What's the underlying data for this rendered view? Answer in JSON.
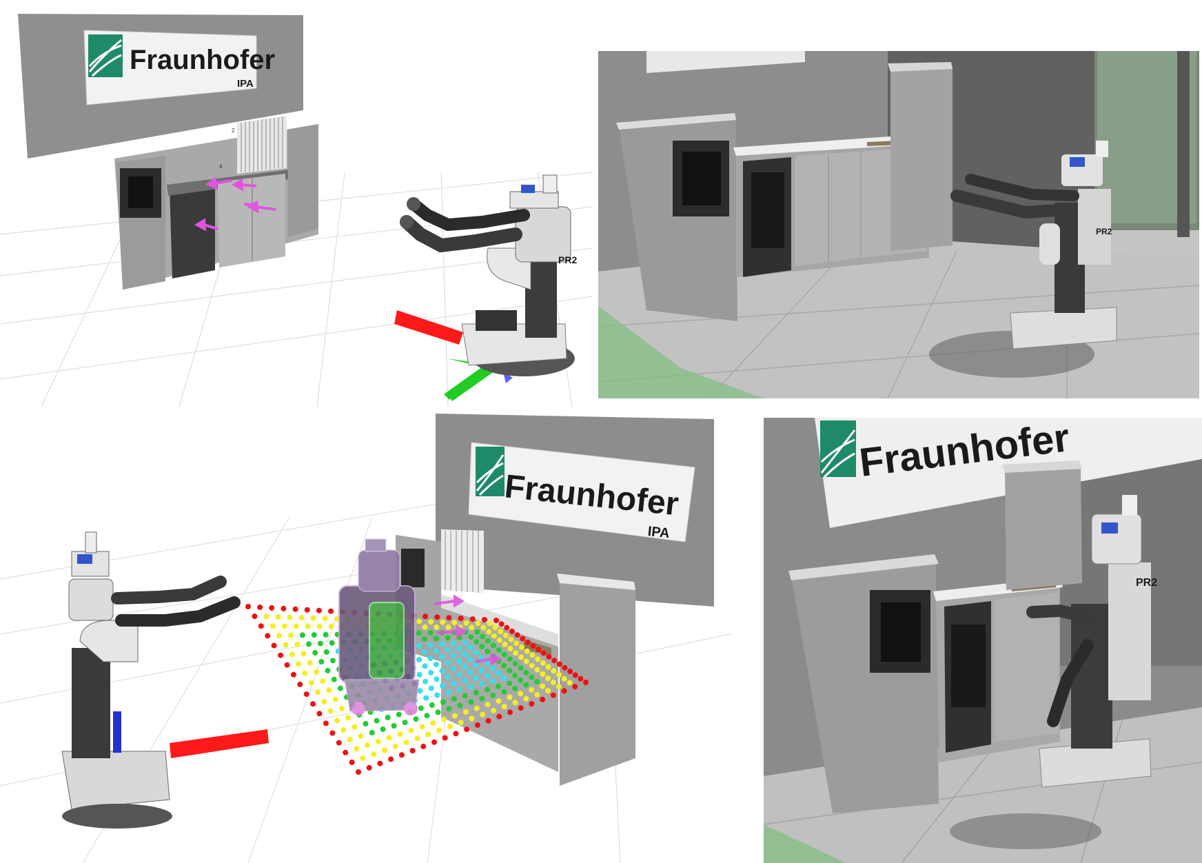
{
  "logo": {
    "brand": "Fraunhofer",
    "sub": "IPA"
  },
  "robot": {
    "label": "PR2"
  },
  "markers": {
    "label_a": "2",
    "label_b": "4"
  },
  "colors": {
    "logo_green": "#1f8a6a",
    "wall_gray": "#8a8a8a",
    "floor_sim": "#bdbdbd",
    "axis_x": "#ff1a1a",
    "axis_y": "#22cc22",
    "pose_arrow": "#e055e0",
    "reach_outer": "#ee1111",
    "reach_yellow": "#f4ee22",
    "reach_green": "#22cc33",
    "reach_cyan": "#33e0ee",
    "reach_blue": "#1a2cc8"
  }
}
